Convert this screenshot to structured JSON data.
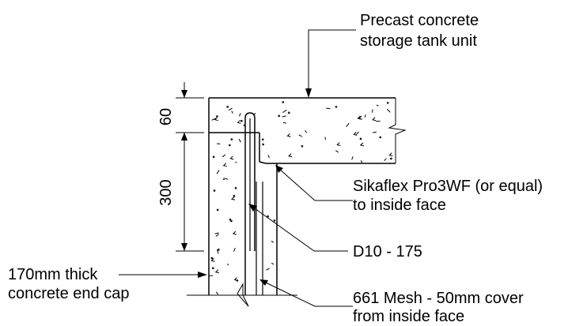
{
  "labels": {
    "tank_line1": "Precast concrete",
    "tank_line2": "storage tank unit",
    "sealant_line1": "Sikaflex Pro3WF (or equal)",
    "sealant_line2": "to inside face",
    "bar": "D10 - 175",
    "endcap_line1": "170mm thick",
    "endcap_line2": "concrete end cap",
    "mesh_line1": "661 Mesh - 50mm cover",
    "mesh_line2": "from inside face"
  },
  "dimensions": {
    "top": "60",
    "side": "300"
  }
}
